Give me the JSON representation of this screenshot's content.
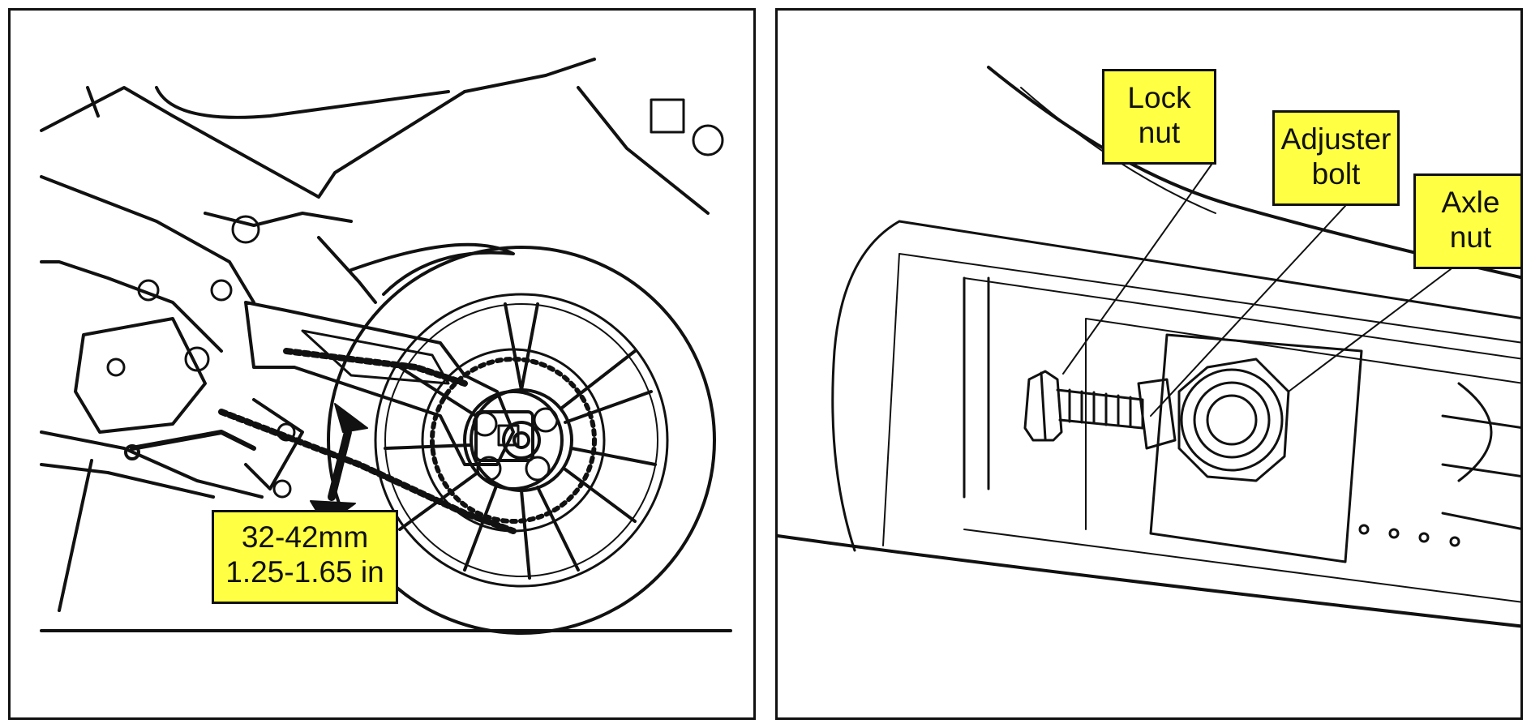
{
  "left_panel": {
    "callout": {
      "line1": "32-42mm",
      "line2": "1.25-1.65 in"
    }
  },
  "right_panel": {
    "callouts": [
      {
        "line1": "Lock",
        "line2": "nut"
      },
      {
        "line1": "Adjuster",
        "line2": "bolt"
      },
      {
        "line1": "Axle",
        "line2": "nut"
      }
    ]
  },
  "colors": {
    "callout_fill": "#ffff44",
    "line": "#111111"
  }
}
